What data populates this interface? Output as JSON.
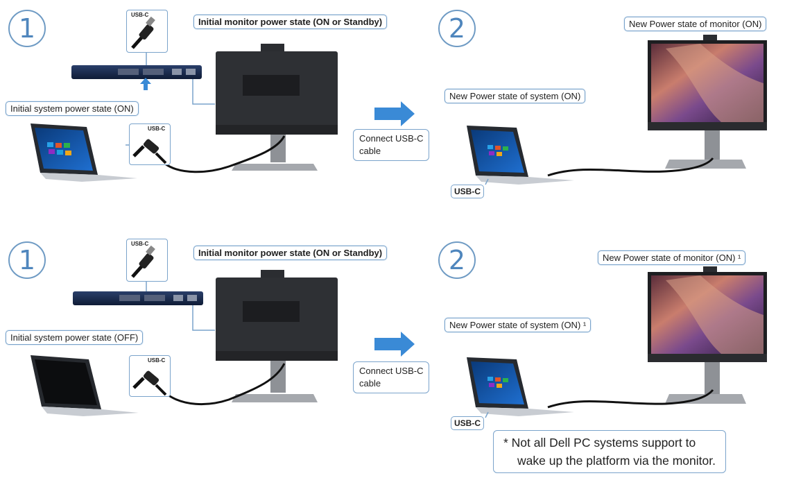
{
  "panels": [
    {
      "step1": {
        "number": "1",
        "monitor_state_label": "Initial monitor power state (ON or Standby)",
        "system_state_label": "Initial system power state (ON)",
        "usb_top_label": "USB-C",
        "usb_bottom_label": "USB-C"
      },
      "action": {
        "line1": "Connect USB-C",
        "line2": "cable"
      },
      "step2": {
        "number": "2",
        "monitor_state_label": "New Power state of monitor (ON)",
        "system_state_label": "New Power state of system (ON)",
        "usb_label": "USB-C"
      }
    },
    {
      "step1": {
        "number": "1",
        "monitor_state_label": "Initial monitor power state (ON or Standby)",
        "system_state_label": "Initial system power state (OFF)",
        "usb_top_label": "USB-C",
        "usb_bottom_label": "USB-C"
      },
      "action": {
        "line1": "Connect USB-C",
        "line2": "cable"
      },
      "step2": {
        "number": "2",
        "monitor_state_label": "New Power state of monitor (ON) ¹",
        "system_state_label": "New Power state of system (ON) ¹",
        "usb_label": "USB-C"
      }
    }
  ],
  "footnote": {
    "line1": "* Not all Dell PC systems support to",
    "line2": "wake up the platform via the monitor."
  },
  "colors": {
    "accent": "#3a8ad6",
    "label_border": "#7aa3cb"
  }
}
